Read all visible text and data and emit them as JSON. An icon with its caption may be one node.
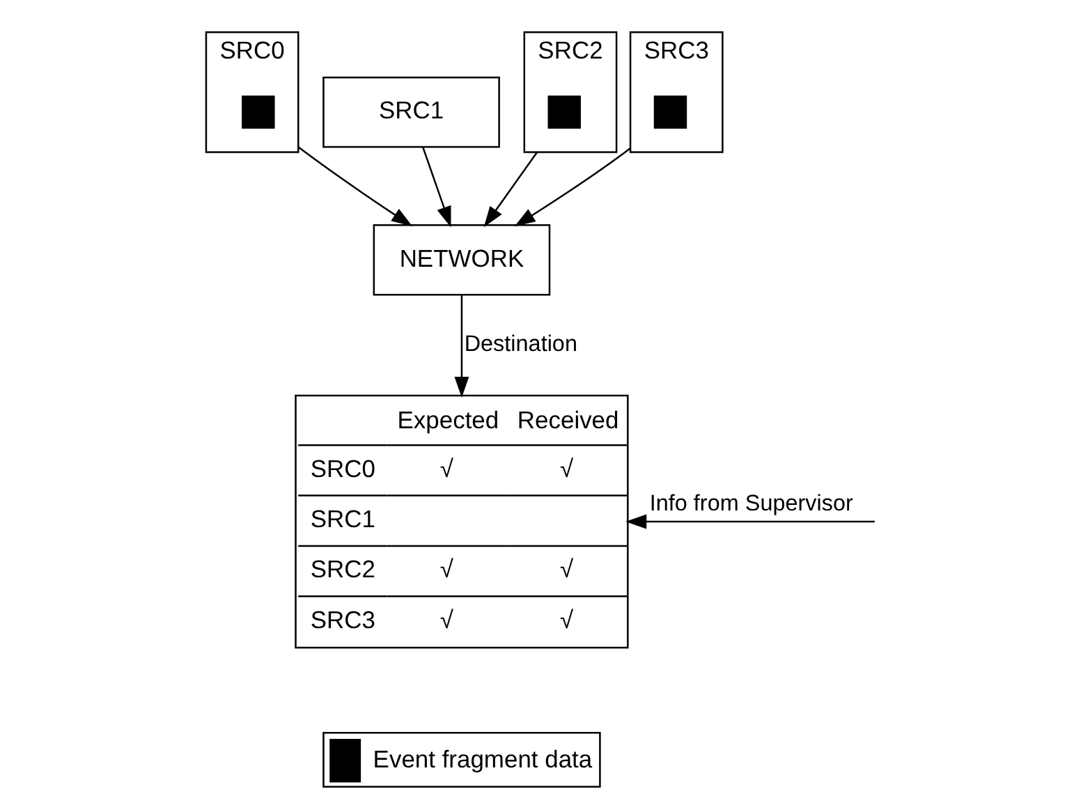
{
  "diagram": {
    "nodes": [
      {
        "text": [
          "SRC0"
        ]
      },
      {
        "text": [],
        "shape": "box",
        "in": 0
      },
      {
        "text": [
          "SRC1"
        ]
      },
      {
        "text": [
          "SRC2"
        ]
      },
      {
        "text": [],
        "shape": "box",
        "in": 3
      },
      {
        "text": [
          "SRC3"
        ]
      },
      {
        "text": [],
        "shape": "box",
        "in": 5
      },
      {
        "text": [
          "NETWORK"
        ]
      },
      {
        "text": [
          "Expected Received",
          "SRC0 √ √",
          "SRC1",
          "SRC2 √ √",
          "SRC3 √ √"
        ]
      }
    ],
    "edges": [
      {
        "from": 0,
        "to": 7,
        "arrow": "to"
      },
      {
        "from": 2,
        "to": 7,
        "arrow": "to"
      },
      {
        "from": 3,
        "to": 7,
        "arrow": "to"
      },
      {
        "from": 5,
        "to": 7,
        "arrow": "to"
      },
      {
        "from": 7,
        "to": 8,
        "arrow": "to",
        "label": "Destination"
      },
      {
        "from": null,
        "to": 8,
        "arrow": "to",
        "label": "Info from Supervisor"
      }
    ],
    "legend": [
      {
        "text": "Event fragment data",
        "color": "#000000"
      }
    ]
  }
}
